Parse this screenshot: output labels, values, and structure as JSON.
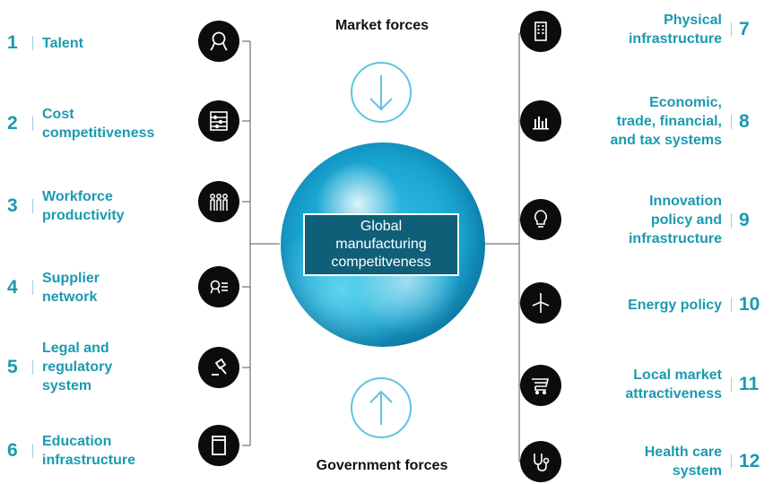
{
  "headings": {
    "market": "Market forces",
    "government": "Government forces"
  },
  "center_label": "Global\nmanufacturing\ncompetitveness",
  "left_factors": [
    {
      "num": "1",
      "label": "Talent",
      "icon": "person-head-icon"
    },
    {
      "num": "2",
      "label": "Cost\ncompetitiveness",
      "icon": "abacus-icon"
    },
    {
      "num": "3",
      "label": "Workforce\nproductivity",
      "icon": "workers-icon"
    },
    {
      "num": "4",
      "label": "Supplier\nnetwork",
      "icon": "supplier-list-icon"
    },
    {
      "num": "5",
      "label": "Legal and\nregulatory\nsystem",
      "icon": "gavel-icon"
    },
    {
      "num": "6",
      "label": "Education\ninfrastructure",
      "icon": "book-icon"
    }
  ],
  "right_factors": [
    {
      "num": "7",
      "label": "Physical\ninfrastructure",
      "icon": "building-icon"
    },
    {
      "num": "8",
      "label": "Economic,\ntrade, financial,\nand tax systems",
      "icon": "bar-chart-icon"
    },
    {
      "num": "9",
      "label": "Innovation\npolicy and\ninfrastructure",
      "icon": "lightbulb-icon"
    },
    {
      "num": "10",
      "label": "Energy policy",
      "icon": "wind-turbine-icon"
    },
    {
      "num": "11",
      "label": "Local market\nattractiveness",
      "icon": "shopping-cart-icon"
    },
    {
      "num": "12",
      "label": "Health care\nsystem",
      "icon": "stethoscope-icon"
    }
  ],
  "colors": {
    "accent": "#1b9ab0",
    "icon_bg": "#0c0c0c",
    "arrow": "#5fc4e0"
  }
}
